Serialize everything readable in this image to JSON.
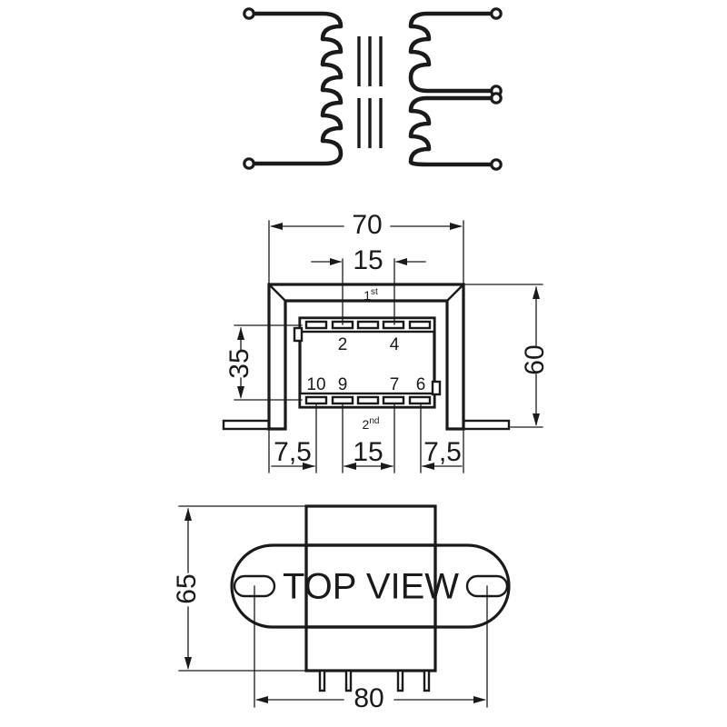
{
  "drawing": {
    "title": "Transformer mechanical drawing",
    "background_color": "#ffffff",
    "line_color": "#1a1a1a"
  },
  "schematic": {
    "name": "transformer-schematic",
    "primary_windings": 6,
    "secondary_coils": 2,
    "secondary_windings_each": 2,
    "core_bars_per_group": 3,
    "core_groups": 2,
    "terminals_left": 2,
    "terminals_right": 4
  },
  "front_view": {
    "name": "front-view",
    "winding_labels": {
      "primary": "1",
      "primary_suffix": "st",
      "secondary": "2",
      "secondary_suffix": "nd"
    },
    "pins_top": [
      "2",
      "4"
    ],
    "pins_bottom": [
      "10",
      "9",
      "7",
      "6"
    ],
    "terminal_slots_top": 5,
    "terminal_slots_bottom": 5,
    "dimensions": {
      "width_overall": "70",
      "pin_pitch_top": "15",
      "height_overall": "60",
      "pin_row_spacing": "35",
      "edge_offset_left": "7,5",
      "pin_pitch_bottom": "15",
      "edge_offset_right": "7,5"
    }
  },
  "top_view": {
    "name": "top-view",
    "label": "TOP VIEW",
    "dimensions": {
      "depth": "65",
      "width": "80"
    },
    "mounting_slots": 2,
    "pins": 4
  }
}
